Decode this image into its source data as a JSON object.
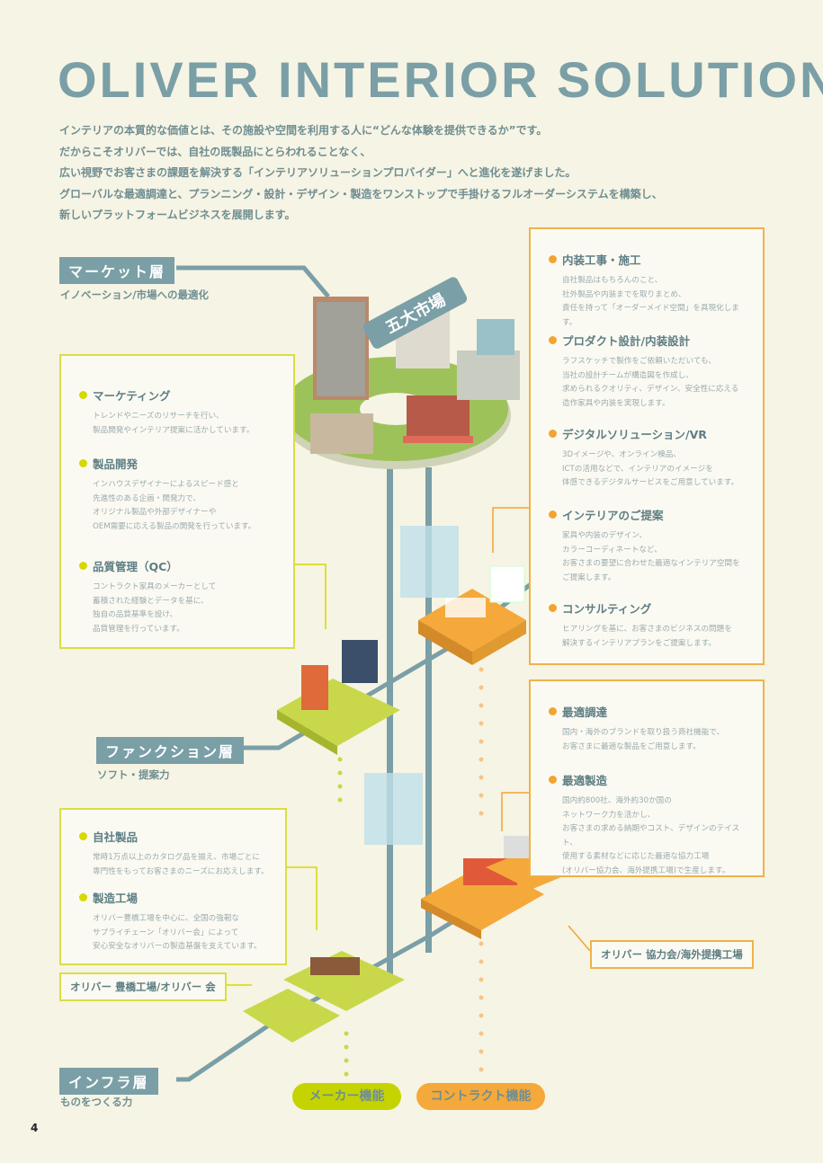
{
  "title": "OLIVER INTERIOR SOLUTION",
  "intro": [
    "インテリアの本質的な価値とは、その施設や空間を利用する人に“どんな体験を提供できるか”です。",
    "だからこそオリバーでは、自社の既製品にとらわれることなく、",
    "広い視野でお客さまの課題を解決する「インテリアソリューションプロバイダー」へと進化を遂げました。",
    "グローバルな最適調達と、プランニング・設計・デザイン・製造をワンストップで手掛けるフルオーダーシステムを構築し、",
    "新しいプラットフォームビジネスを展開します。"
  ],
  "layers": {
    "market": {
      "label": "マーケット層",
      "sub": "イノベーション/市場への最適化"
    },
    "function": {
      "label": "ファンクション層",
      "sub": "ソフト・提案力"
    },
    "infra": {
      "label": "インフラ層",
      "sub": "ものをつくる力"
    }
  },
  "market_sign": "五大市場",
  "left_function_box": [
    {
      "title": "マーケティング",
      "text": "トレンドやニーズのリサーチを行い、\n製品開発やインテリア提案に活かしています。"
    },
    {
      "title": "製品開発",
      "text": "インハウスデザイナーによるスピード感と\n先進性のある企画・開発力で、\nオリジナル製品や外部デザイナーや\nOEM需要に応える製品の開発を行っています。"
    },
    {
      "title": "品質管理（QC）",
      "text": "コントラクト家具のメーカーとして\n蓄積された経験とデータを基に、\n独自の品質基準を設け、\n品質管理を行っています。"
    }
  ],
  "right_function_box": [
    {
      "title": "内装工事・施工",
      "text": "自社製品はもちろんのこと、\n社外製品や内装までを取りまとめ、\n責任を持って「オーダーメイド空間」を具現化します。"
    },
    {
      "title": "プロダクト設計/内装設計",
      "text": "ラフスケッチで製作をご依頼いただいても、\n当社の設計チームが構造図を作成し、\n求められるクオリティ、デザイン、安全性に応える\n造作家具や内装を実現します。"
    },
    {
      "title": "デジタルソリューション/VR",
      "text": "3Dイメージや、オンライン検品、\nICTの活用などで、インテリアのイメージを\n体感できるデジタルサービスをご用意しています。"
    },
    {
      "title": "インテリアのご提案",
      "text": "家具や内装のデザイン、\nカラーコーディネートなど、\nお客さまの要望に合わせた最適なインテリア空間を\nご提案します。"
    },
    {
      "title": "コンサルティング",
      "text": "ヒアリングを基に、お客さまのビジネスの問題を\n解決するインテリアプランをご提案します。"
    }
  ],
  "right_infra_box": [
    {
      "title": "最適調達",
      "text": "国内・海外のブランドを取り扱う商社機能で、\nお客さまに最適な製品をご用意します。"
    },
    {
      "title": "最適製造",
      "text": "国内約800社、海外約30か国の\nネットワーク力を活かし、\nお客さまの求める納期やコスト、デザインのテイスト、\n使用する素材などに応じた最適な協力工場\n(オリバー協力会、海外提携工場)で生産します。"
    }
  ],
  "left_infra_box": [
    {
      "title": "自社製品",
      "text": "常時1万点以上のカタログ品を揃え、市場ごとに\n専門性をもってお客さまのニーズにお応えします。"
    },
    {
      "title": "製造工場",
      "text": "オリバー豊橋工場を中心に、全国の強靭な\nサプライチェーン「オリバー会」によって\n安心安全なオリバーの製造基盤を支えています。"
    }
  ],
  "tags": {
    "factory": "オリバー 豊橋工場/オリバー 会",
    "partners": "オリバー 協力会/海外提携工場"
  },
  "pills": {
    "maker": "メーカー機能",
    "contract": "コントラクト機能"
  },
  "colors": {
    "teal": "#7a9fa6",
    "yellow": "#d6d800",
    "orange": "#f2a431",
    "bg": "#f6f4e4"
  },
  "page_number": "4"
}
